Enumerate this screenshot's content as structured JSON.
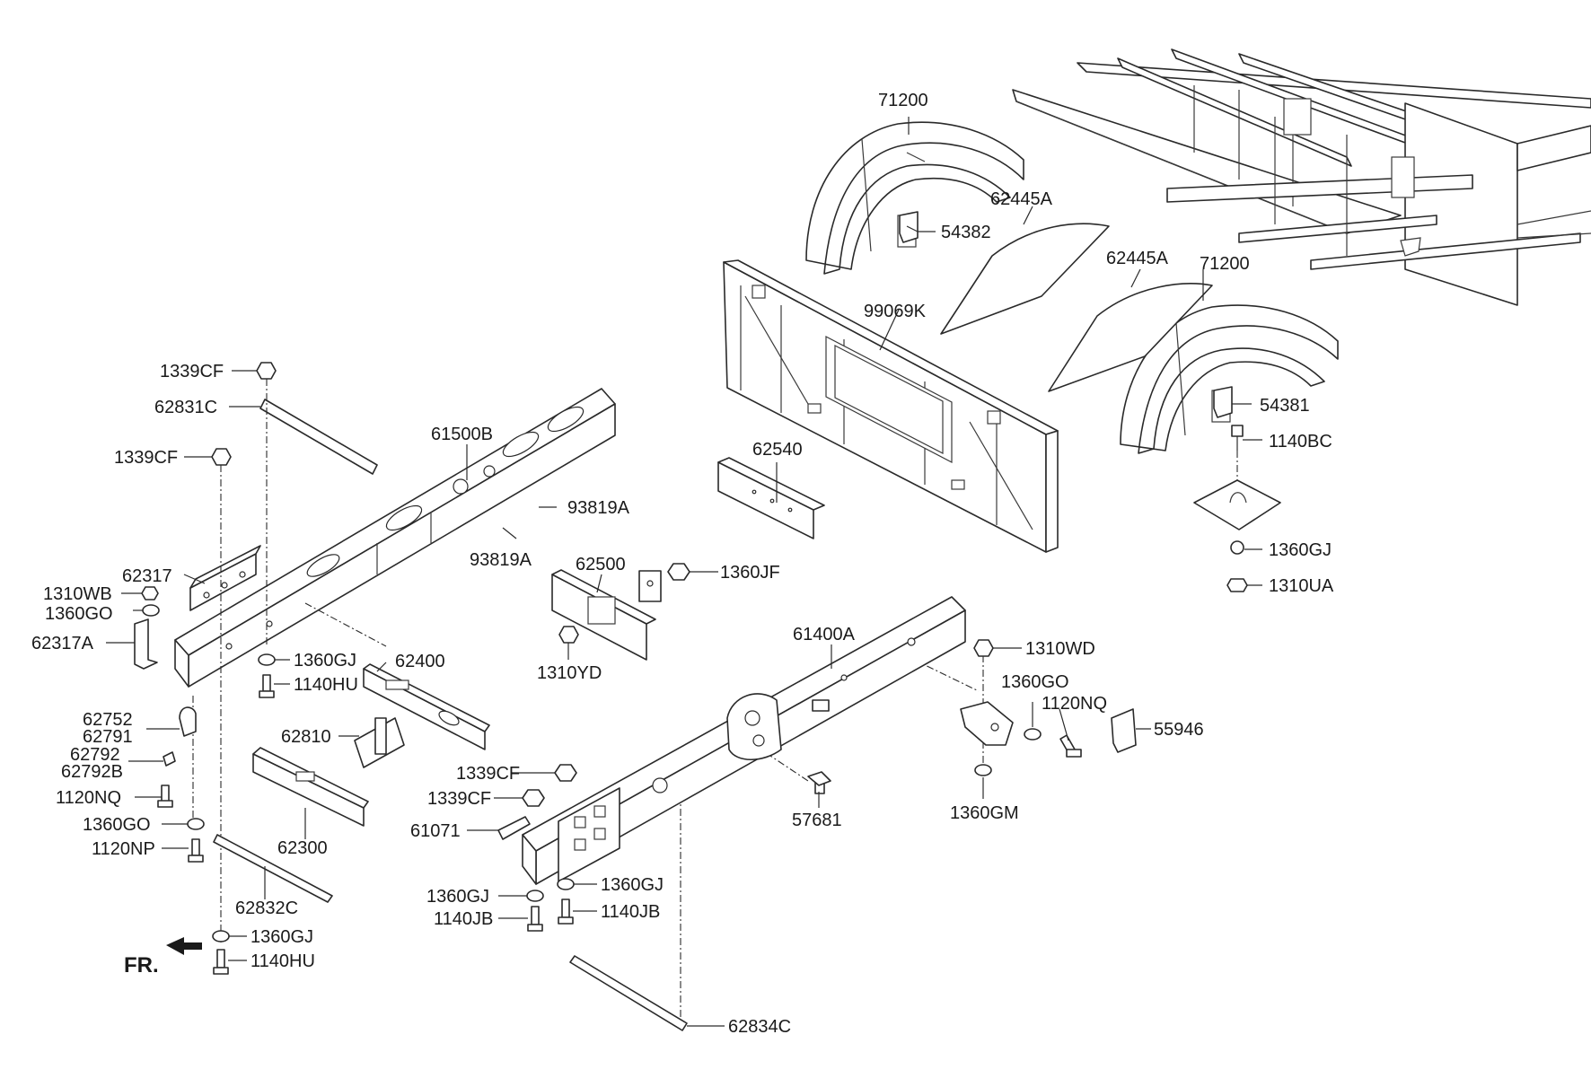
{
  "labels": {
    "p71200a": "71200",
    "p71200b": "71200",
    "p62445a1": "62445A",
    "p62445a2": "62445A",
    "p54382": "54382",
    "p54381": "54381",
    "p99069k": "99069K",
    "p1140bc": "1140BC",
    "p62540": "62540",
    "p1360gj_r": "1360GJ",
    "p1310ua": "1310UA",
    "p1339cf_a": "1339CF",
    "p62831c": "62831C",
    "p61500b": "61500B",
    "p1339cf_b": "1339CF",
    "p93819a_a": "93819A",
    "p93819a_b": "93819A",
    "p62317": "62317",
    "p1310wb": "1310WB",
    "p1360go_a": "1360GO",
    "p62317a": "62317A",
    "p62500": "62500",
    "p1360jf": "1360JF",
    "p1310yd": "1310YD",
    "p1360gj_a": "1360GJ",
    "p1140hu_a": "1140HU",
    "p62400": "62400",
    "p61400a": "61400A",
    "p1310wd": "1310WD",
    "p1360go_b": "1360GO",
    "p1120nq_b": "1120NQ",
    "p55946": "55946",
    "p62752": "62752",
    "p62791": "62791",
    "p62810": "62810",
    "p62792": "62792",
    "p62792b": "62792B",
    "p1120nq_a": "1120NQ",
    "p1339cf_c": "1339CF",
    "p1339cf_d": "1339CF",
    "p57681": "57681",
    "p1360gm": "1360GM",
    "p1360go_c": "1360GO",
    "p1120np": "1120NP",
    "p62300": "62300",
    "p61071": "61071",
    "p62832c": "62832C",
    "p1360gj_b": "1360GJ",
    "p1360gj_c": "1360GJ",
    "p1140jb_a": "1140JB",
    "p1140jb_b": "1140JB",
    "p1360gj_d": "1360GJ",
    "p1140hu_b": "1140HU",
    "p62834c": "62834C",
    "front": "FR."
  }
}
